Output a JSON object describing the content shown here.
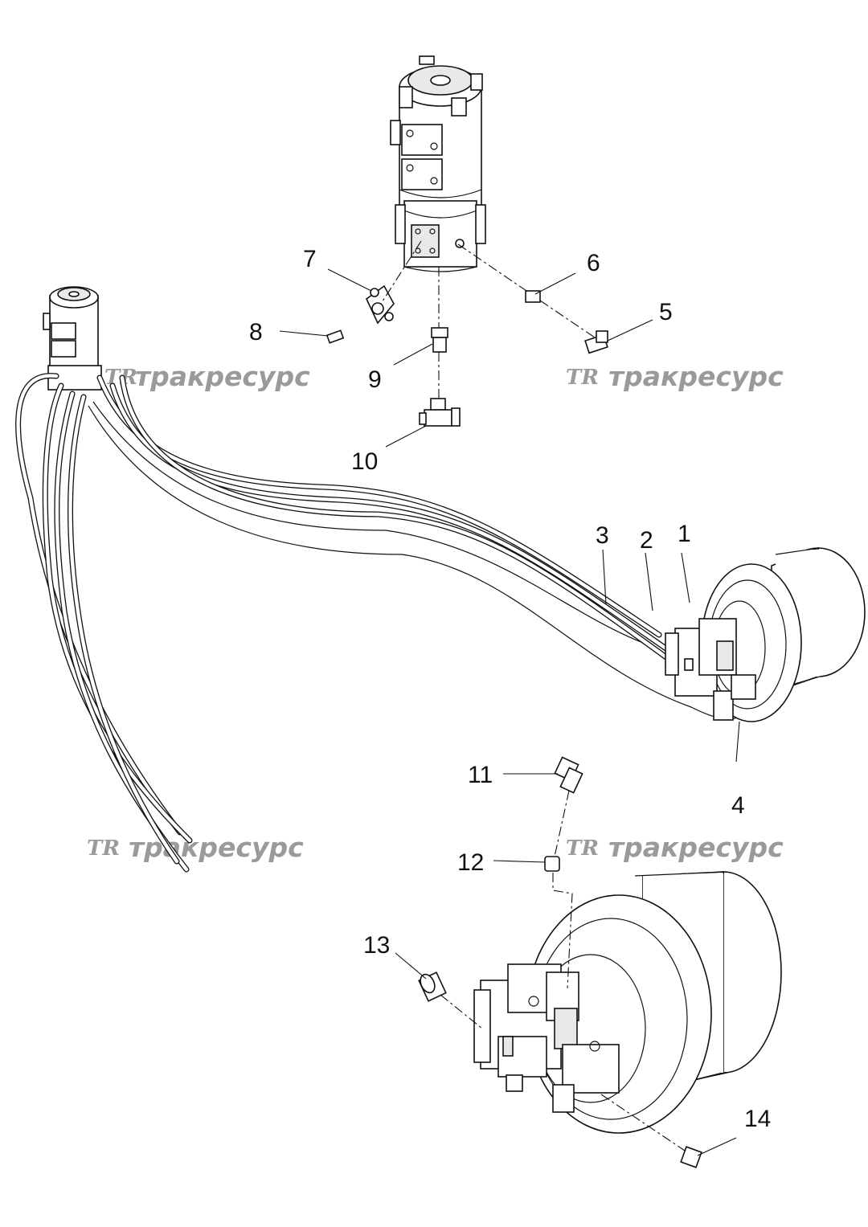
{
  "callouts": [
    {
      "id": "1",
      "text": "1"
    },
    {
      "id": "2",
      "text": "2"
    },
    {
      "id": "3",
      "text": "3"
    },
    {
      "id": "4",
      "text": "4"
    },
    {
      "id": "5",
      "text": "5"
    },
    {
      "id": "6",
      "text": "6"
    },
    {
      "id": "7",
      "text": "7"
    },
    {
      "id": "8",
      "text": "8"
    },
    {
      "id": "9",
      "text": "9"
    },
    {
      "id": "10",
      "text": "10"
    },
    {
      "id": "11",
      "text": "11"
    },
    {
      "id": "12",
      "text": "12"
    },
    {
      "id": "13",
      "text": "13"
    },
    {
      "id": "14",
      "text": "14"
    }
  ],
  "watermark": {
    "logo": "TR",
    "text": "тракресурс",
    "color": "#9a9a9a"
  }
}
